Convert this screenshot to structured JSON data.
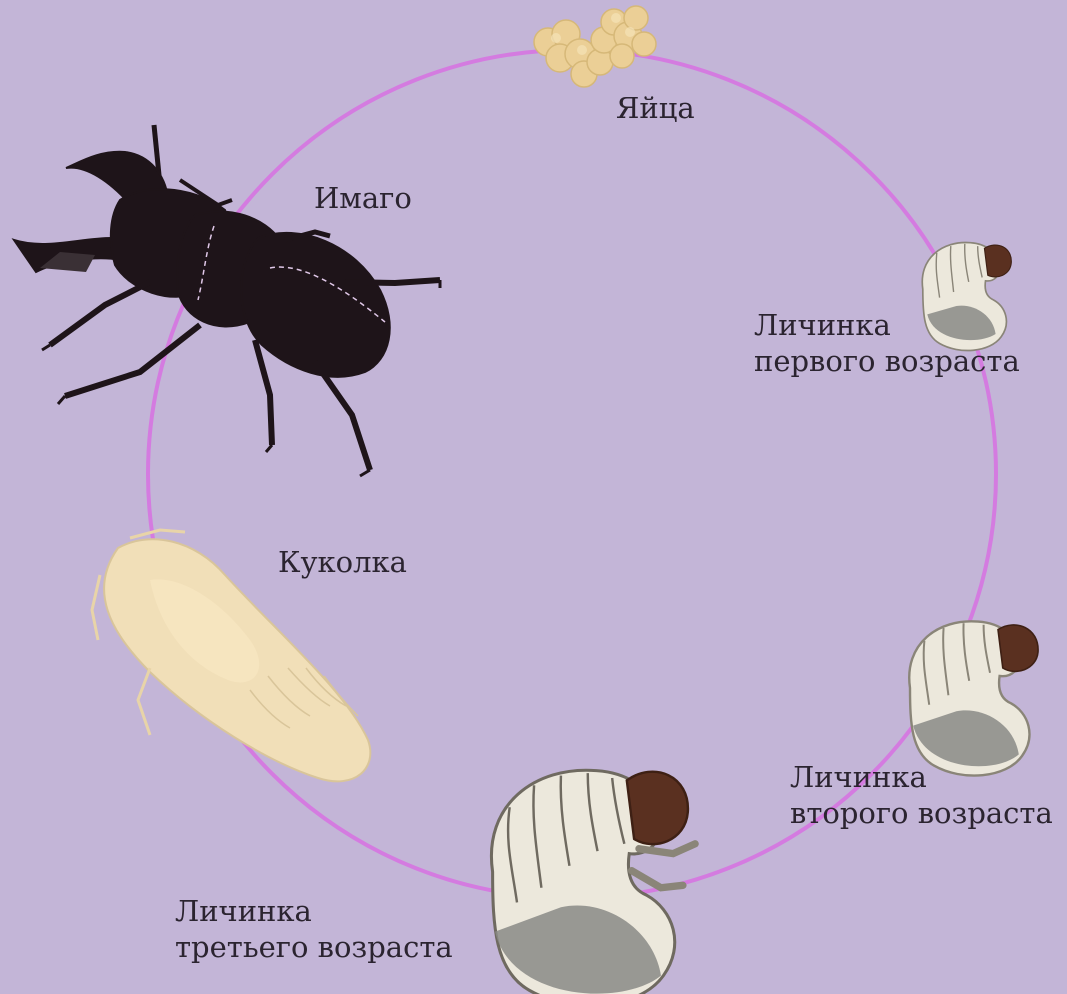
{
  "colors": {
    "background": "#c3b5d7",
    "cycle_line": "#d47be0",
    "beetle": "#1e1419",
    "larva_body": "#ece8dc",
    "larva_gut": "#8a8a86",
    "larva_head": "#5a3020",
    "pupa": "#f1dfb8",
    "eggs": "#ebcf96"
  },
  "stages": {
    "eggs": {
      "label": "Яйца",
      "icon": "eggs-icon"
    },
    "larva1": {
      "label_line1": "Личинка",
      "label_line2": "первого возраста",
      "icon": "larva-first-instar-icon"
    },
    "larva2": {
      "label_line1": "Личинка",
      "label_line2": "второго возраста",
      "icon": "larva-second-instar-icon"
    },
    "larva3": {
      "label_line1": "Личинка",
      "label_line2": "третьего возраста",
      "icon": "larva-third-instar-icon"
    },
    "pupa": {
      "label": "Куколка",
      "icon": "pupa-icon"
    },
    "imago": {
      "label": "Имаго",
      "icon": "stag-beetle-icon"
    }
  }
}
